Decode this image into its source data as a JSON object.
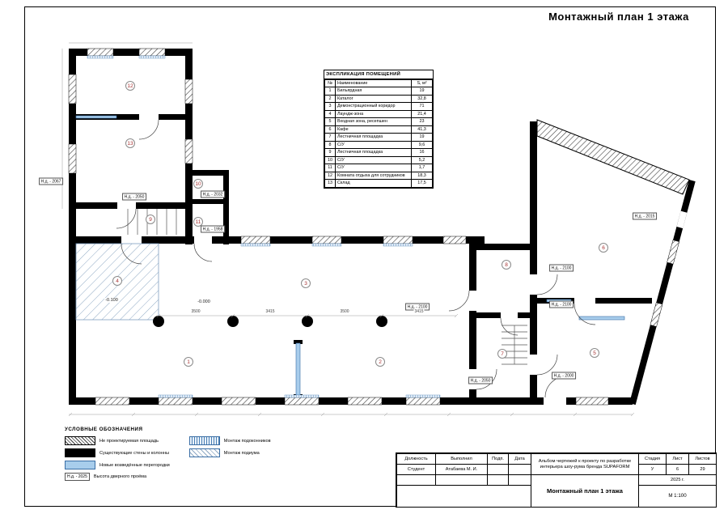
{
  "page": {
    "title": "Монтажный план 1 этажа"
  },
  "explication": {
    "title": "ЭКСПЛИКАЦИЯ ПОМЕЩЕНИЙ",
    "headers": [
      "№",
      "Наименование",
      "S, м²"
    ],
    "rows": [
      [
        "1",
        "Бильярдная",
        "19"
      ],
      [
        "2",
        "Каталог",
        "32,8"
      ],
      [
        "3",
        "Демонстрационный коридор",
        "71"
      ],
      [
        "4",
        "Лаундж-зона",
        "21,4"
      ],
      [
        "5",
        "Входная зона, ресепшен",
        "23"
      ],
      [
        "6",
        "Кафе",
        "41,3"
      ],
      [
        "7",
        "Лестничная площадка",
        "19"
      ],
      [
        "8",
        "С/У",
        "9,6"
      ],
      [
        "9",
        "Лестничная площадка",
        "16"
      ],
      [
        "10",
        "С/У",
        "5,2"
      ],
      [
        "11",
        "С/У",
        "1,7"
      ],
      [
        "12",
        "Комната отдыха для сотрудников",
        "18,3"
      ],
      [
        "13",
        "Склад",
        "17,5"
      ]
    ]
  },
  "legend": {
    "title": "УСЛОВНЫЕ ОБОЗНАЧЕНИЯ",
    "items": {
      "not_designed": "Не проектируемая площадь",
      "existing": "Существующие стены и колонны",
      "new_partitions": "Новые возведённые перегородки",
      "door_height_sample": "Н.д. - 2025",
      "door_height": "Высота дверного проёма",
      "sills": "Монтаж подоконников",
      "podium": "Монтаж подиума"
    }
  },
  "titleblock": {
    "col_position": "Должность",
    "col_done_by": "Выполнил",
    "col_sign": "Подп.",
    "col_date": "Дата",
    "row_role": "Студент",
    "row_name": "Атабаева М. И.",
    "project": "Альбом чертежей к проекту по разработке интерьера шоу-рума бренда SUPAFORM",
    "stage_label": "Стадия",
    "sheet_label": "Лист",
    "sheets_label": "Листов",
    "stage": "У",
    "sheet": "6",
    "sheets": "29",
    "year": "2025 г.",
    "drawing_title": "Монтажный план 1 этажа",
    "scale": "М 1:100"
  },
  "plan": {
    "rooms": [
      "1",
      "2",
      "3",
      "4",
      "5",
      "6",
      "7",
      "8",
      "9",
      "10",
      "11",
      "12",
      "13"
    ],
    "door_labels": [
      "Н.д. - 2067",
      "Н.д. - 2050",
      "Н.д. - 2032",
      "Н.д. - 1958",
      "Н.д. - 2015",
      "Н.д. - 2100",
      "Н.д. - 2100",
      "Н.д. - 2100",
      "Н.д. - 2050",
      "Н.д. - 2000"
    ],
    "elevations": [
      "-0.100",
      "-0.000"
    ],
    "dims": [
      "3500",
      "3415",
      "3500",
      "3415"
    ]
  },
  "colors": {
    "walls": "#000000",
    "new_partition_blue": "#a8cdec",
    "partition_border_blue": "#3a6ea5",
    "hatch_gray": "#3c3c3c",
    "room_number_red": "#a83232"
  }
}
